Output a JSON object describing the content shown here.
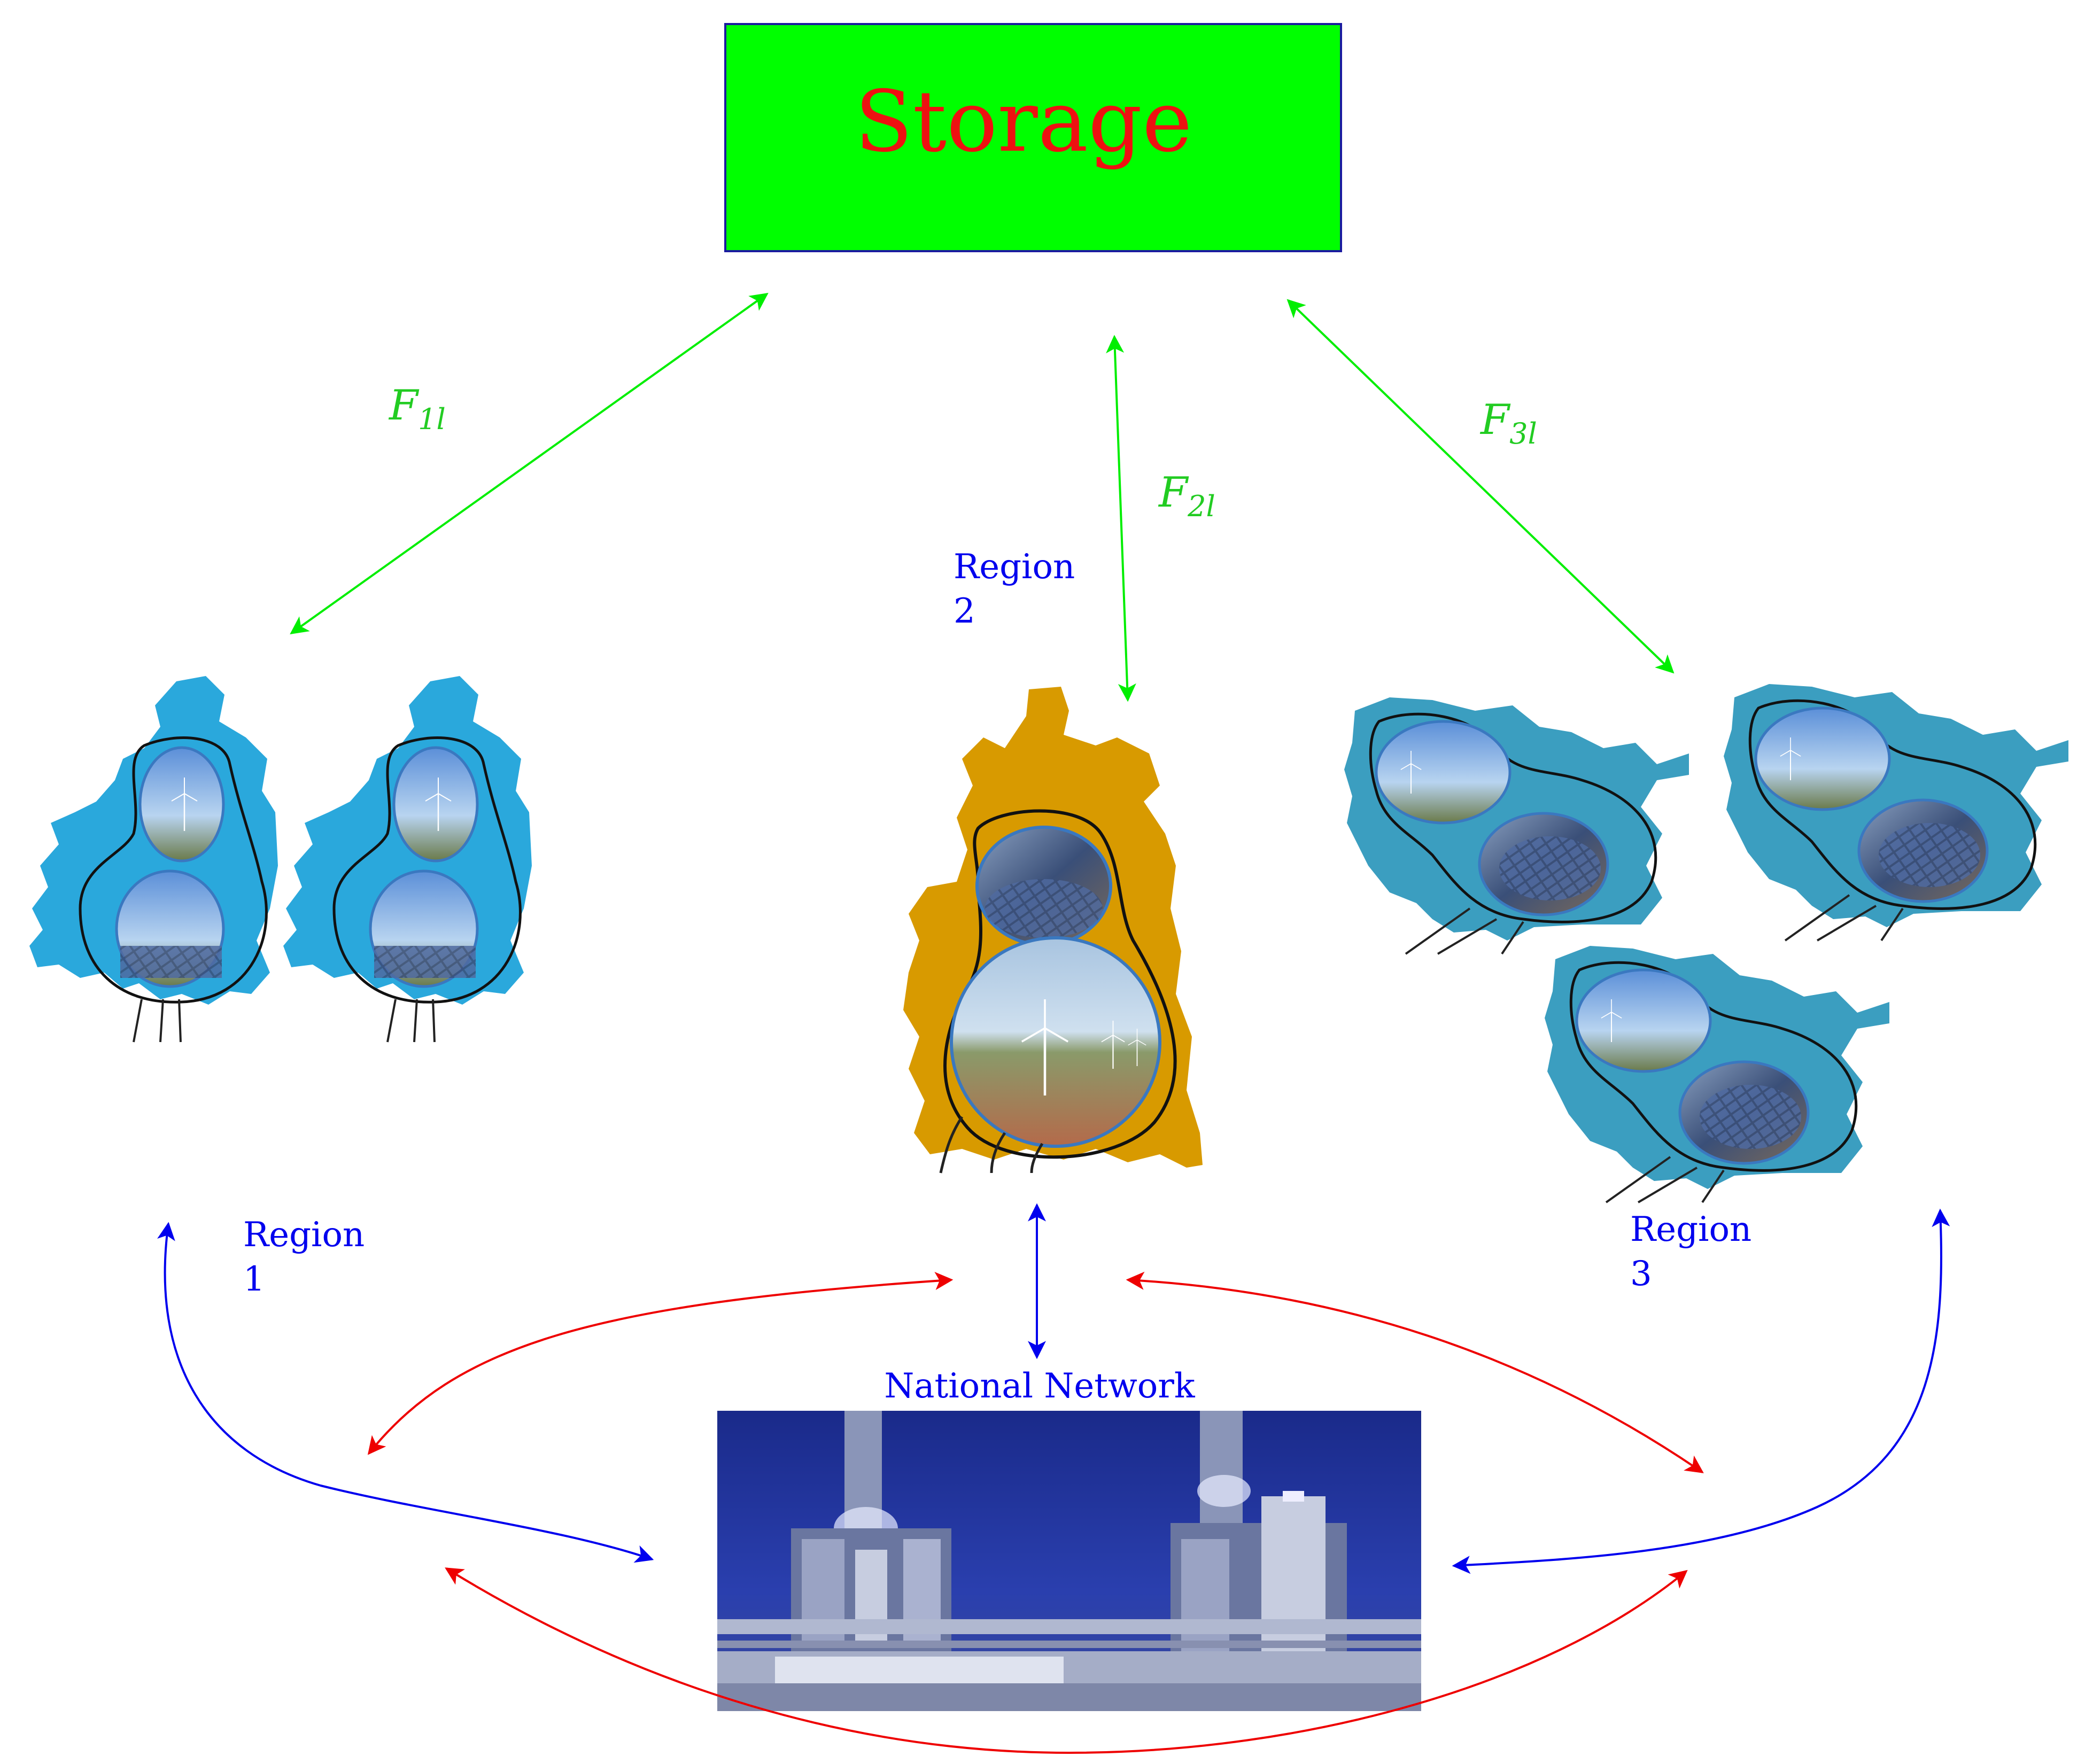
{
  "storage": {
    "label": "Storage"
  },
  "flows": {
    "f1": {
      "base": "F",
      "sub": "1l"
    },
    "f2": {
      "base": "F",
      "sub": "2l"
    },
    "f3": {
      "base": "F",
      "sub": "3l"
    }
  },
  "regions": {
    "r1": {
      "line1": "Region",
      "line2": "1"
    },
    "r2": {
      "line1": "Region",
      "line2": "2"
    },
    "r3": {
      "line1": "Region",
      "line2": "3"
    }
  },
  "network": {
    "label": "National Network"
  },
  "colors": {
    "storage_fill": "#00ff00",
    "storage_border": "#1a1aa0",
    "storage_text": "#ee1111",
    "storage_link": "#00ee00",
    "region_link": "#0000ee",
    "inter_region_link": "#ee0000",
    "region1_map": "#2aa8dc",
    "region2_map": "#d89a00",
    "region3_map": "#3b9ec0",
    "label_blue": "#0000ee",
    "label_green": "#22cc22"
  }
}
